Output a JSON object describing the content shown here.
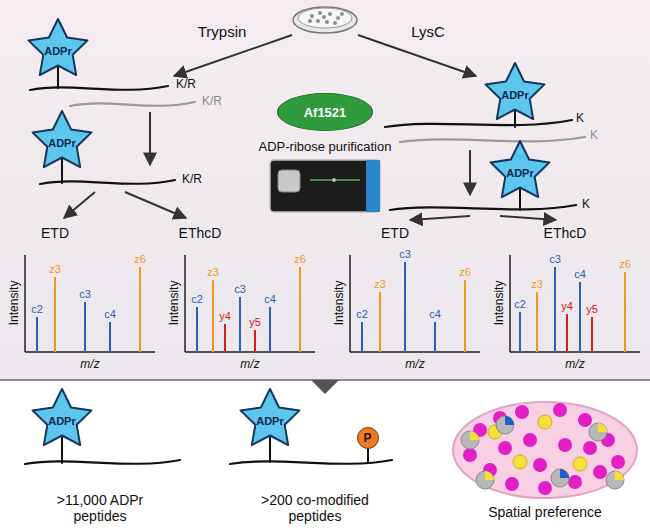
{
  "diagram": {
    "nodes": [
      {
        "text": [
          "ADPr"
        ]
      },
      {
        "text": [
          "ADPr"
        ]
      },
      {
        "text": [
          "Af1521"
        ]
      },
      {
        "text": [
          "ADPr"
        ]
      },
      {
        "text": [
          "ADPr"
        ]
      },
      {
        "text": [
          "ADPr"
        ]
      },
      {
        "text": [
          "ADPr"
        ]
      },
      {
        "text": [
          "P"
        ]
      }
    ],
    "labels": [
      "Trypsin",
      "LysC",
      "K/R",
      "K/R",
      "K",
      "K",
      "ADP-ribose purification",
      "K/R",
      "K",
      "ETD",
      "EThcD",
      "ETD",
      "EThcD",
      "Intensity",
      "m/z",
      "c2",
      "z3",
      "c3",
      "c4",
      "z6",
      "Intensity",
      "m/z",
      "c2",
      "z3",
      "y4",
      "c3",
      "y5",
      "c4",
      "z6",
      "Intensity",
      "m/z",
      "c2",
      "z3",
      "c3",
      "c4",
      "z6",
      "Intensity",
      "m/z",
      "c2",
      "z3",
      "c3",
      "y4",
      "c4",
      "y5",
      "z6",
      ">11,000 ADPr peptides",
      ">200 co-modified peptides",
      "Spatial preference"
    ]
  }
}
